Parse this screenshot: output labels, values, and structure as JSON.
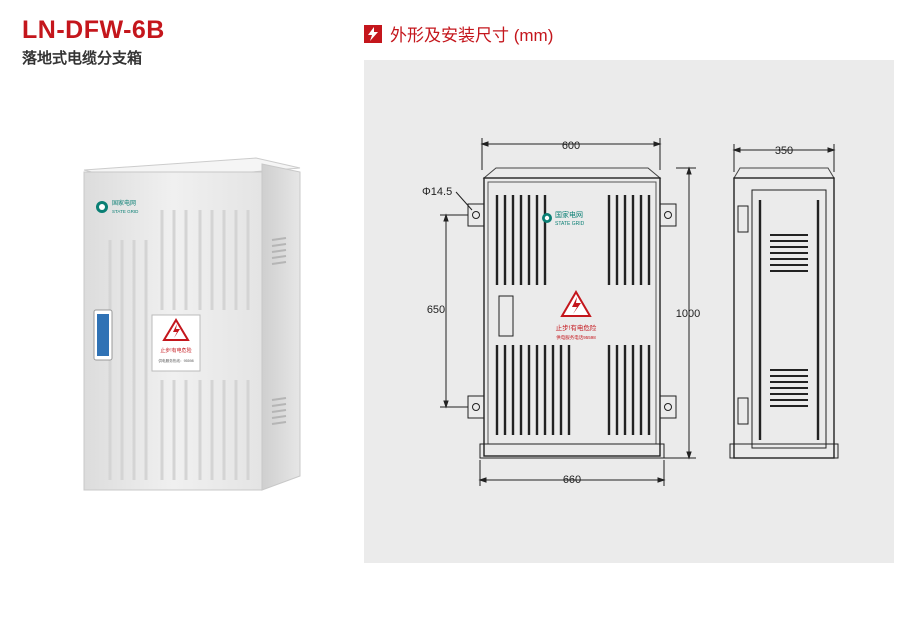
{
  "product": {
    "model": "LN-DFW-6B",
    "name": "落地式电缆分支箱"
  },
  "section": {
    "title": "外形及安装尺寸 (mm)",
    "icon": "lightning-bolt-icon",
    "accent_color": "#c4161c"
  },
  "cabinet": {
    "logo_cn": "国家电网",
    "logo_en": "STATE GRID",
    "warning_line1": "止步!有电危险",
    "warning_line2": "供电服务电话95598",
    "warning_line2_photo": "供电服务热线：95598"
  },
  "dimensions": {
    "front_width_top": "600",
    "front_width_bottom": "660",
    "side_depth": "350",
    "height": "1000",
    "mount_spacing": "650",
    "hole_diameter": "Φ14.5"
  }
}
